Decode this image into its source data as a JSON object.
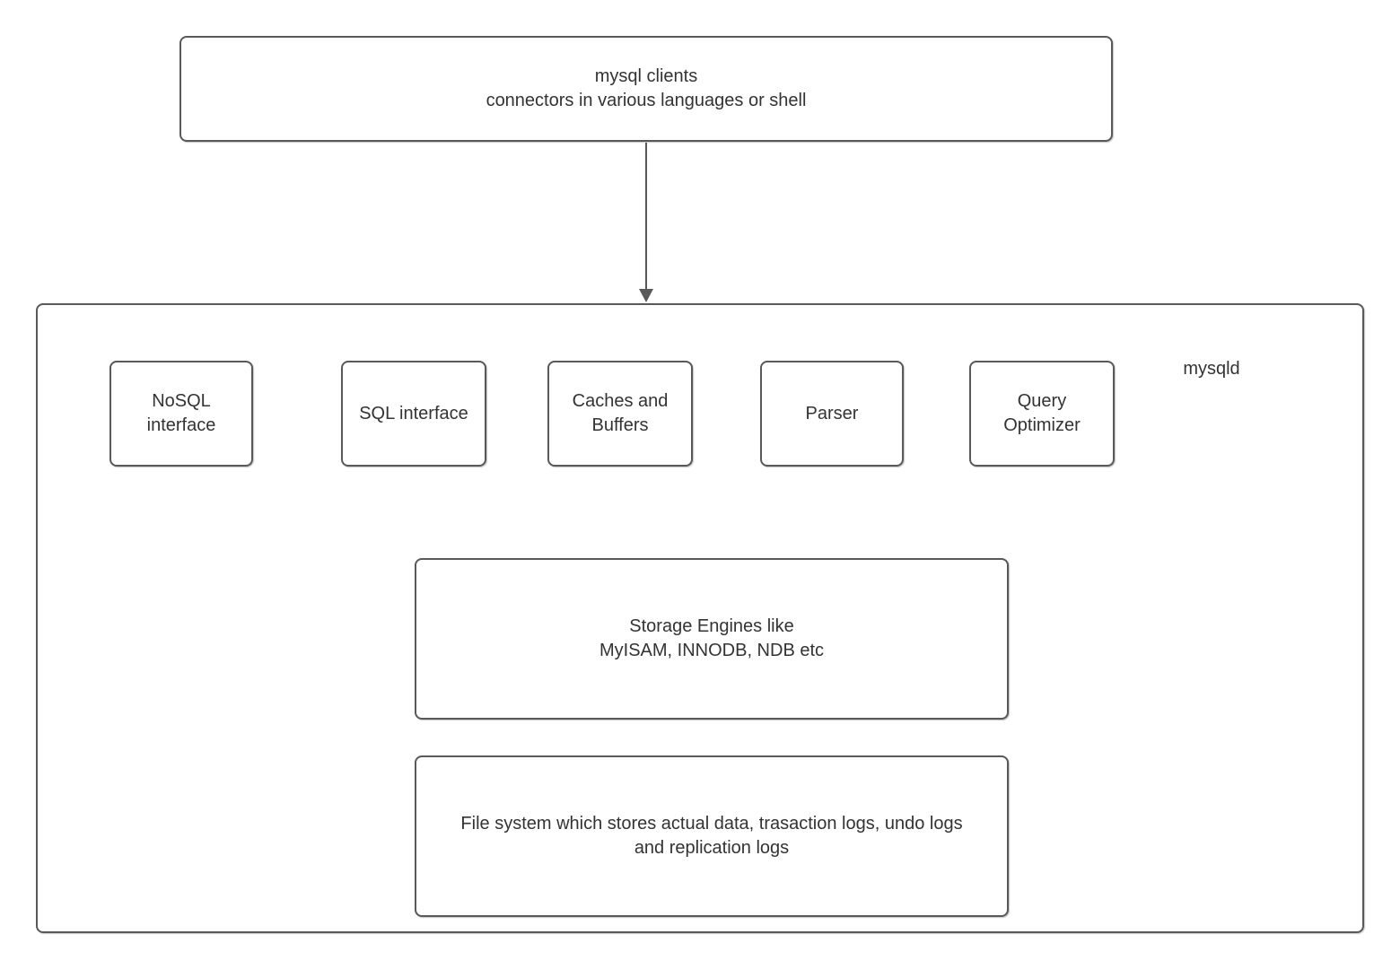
{
  "clients": {
    "label": "mysql clients\nconnectors in various languages or shell"
  },
  "mysqld": {
    "label": "mysqld",
    "components": [
      {
        "id": "nosql-interface",
        "label": "NoSQL\ninterface"
      },
      {
        "id": "sql-interface",
        "label": "SQL interface"
      },
      {
        "id": "caches-and-buffers",
        "label": "Caches and\nBuffers"
      },
      {
        "id": "parser",
        "label": "Parser"
      },
      {
        "id": "query-optimizer",
        "label": "Query\nOptimizer"
      }
    ],
    "storage_engines": {
      "label": "Storage Engines like\nMyISAM, INNODB, NDB etc"
    },
    "file_system": {
      "label": "File system which stores actual data, trasaction logs, undo logs\nand replication logs"
    }
  },
  "colors": {
    "border": "#595959",
    "text": "#333333",
    "background": "#ffffff",
    "arrow": "#595959"
  }
}
